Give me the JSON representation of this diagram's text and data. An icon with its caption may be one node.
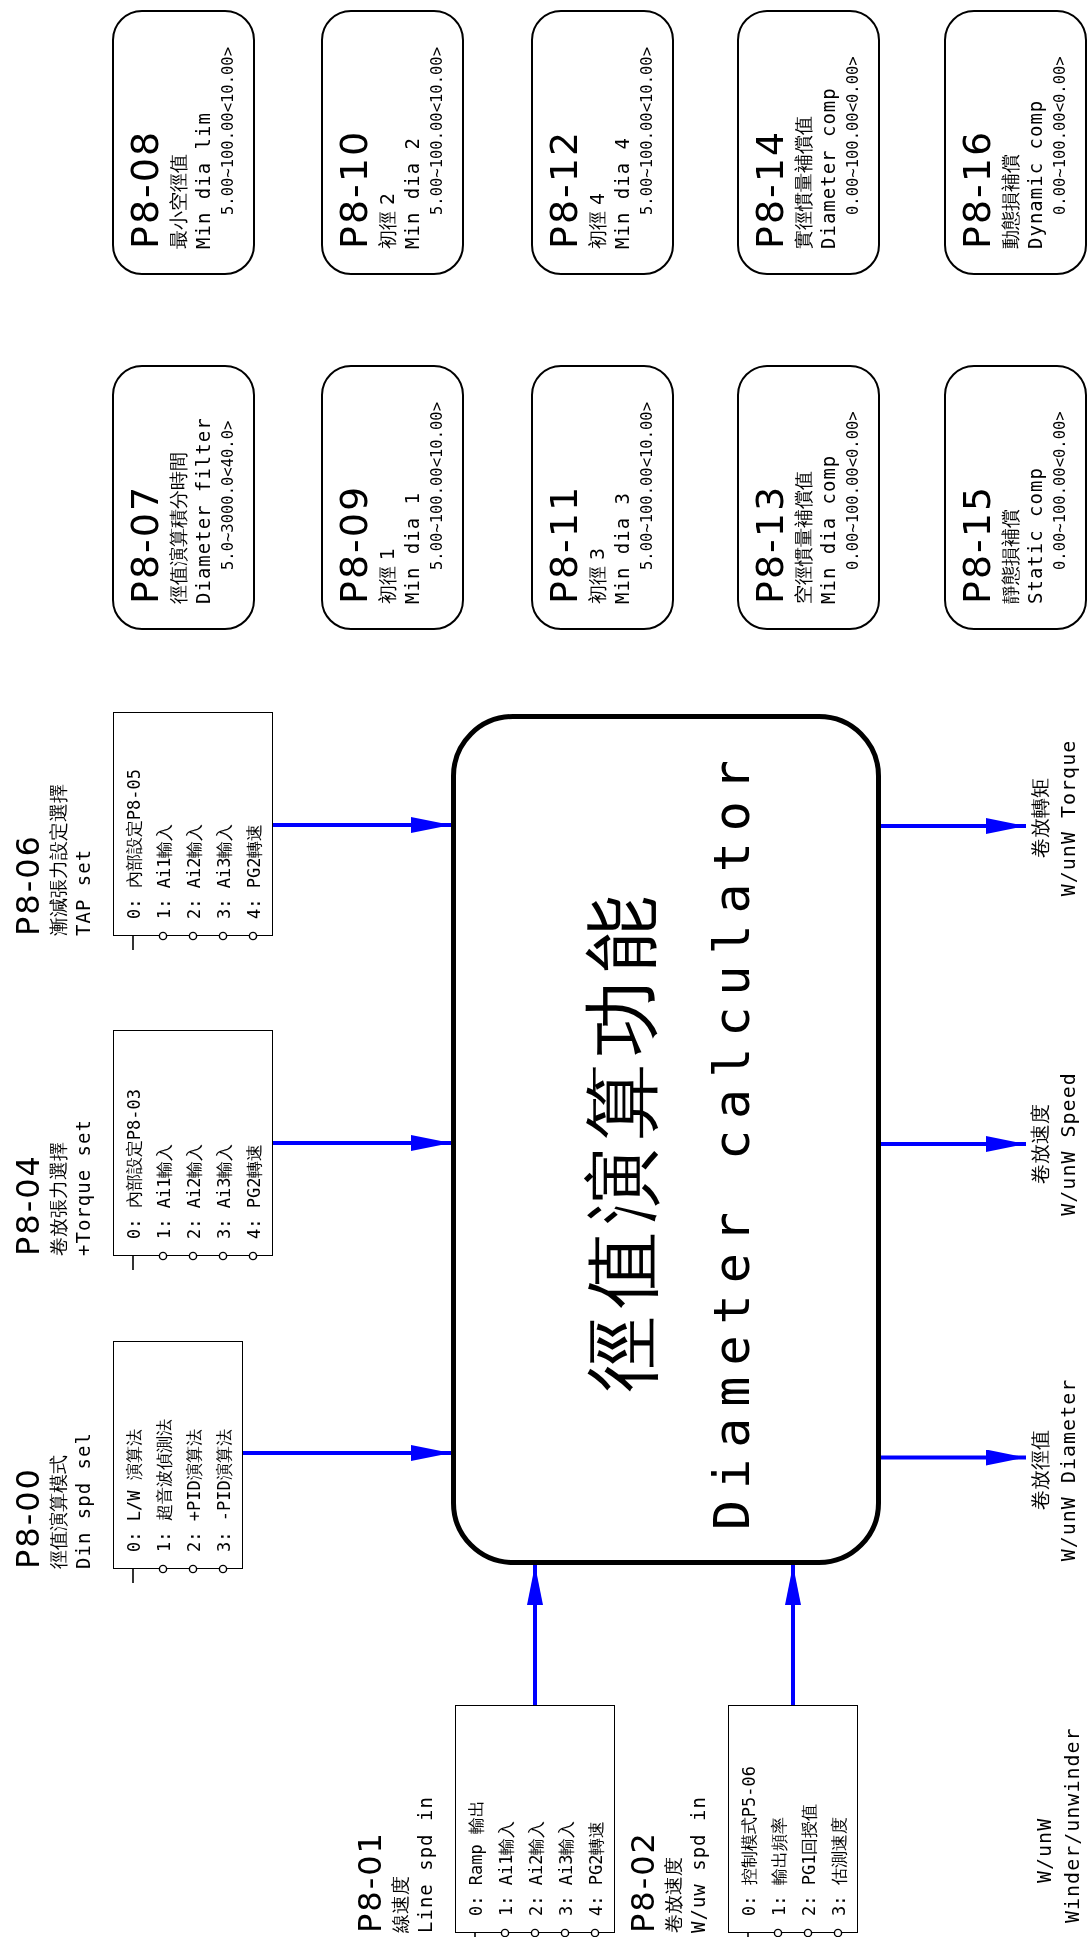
{
  "diagram": {
    "nodes": [
      {
        "text": [
          "P8-00",
          "徑值演算模式",
          "Din spd sel",
          "0: L/W 演算法",
          "1: 超音波偵測法",
          "2: +PID演算法",
          "3: -PID演算法"
        ]
      },
      {
        "text": [
          "P8-04",
          "卷放張力選擇",
          "+Torque set",
          "0: 內部設定P8-03",
          "1: Ai1輸入",
          "2: Ai2輸入",
          "3: Ai3輸入",
          "4: PG2轉速"
        ]
      },
      {
        "text": [
          "P8-06",
          "漸減張力設定選擇",
          "TAP set",
          "0: 內部設定P8-05",
          "1: Ai1輸入",
          "2: Ai2輸入",
          "3: Ai3輸入",
          "4: PG2轉速"
        ]
      },
      {
        "text": [
          "P8-01",
          "線速度",
          "Line spd in",
          "0: Ramp 輸出",
          "1: Ai1輸入",
          "2: Ai2輸入",
          "3: Ai3輸入",
          "4: PG2轉速"
        ]
      },
      {
        "text": [
          "P8-02",
          "卷放速度",
          "W/uw spd in",
          "0: 控制模式P5-06",
          "1: 輸出頻率",
          "2: PG1回授值",
          "3: 估測速度"
        ]
      },
      {
        "text": [
          "徑值演算功能",
          "Diameter calculator"
        ]
      },
      {
        "text": [
          "卷放徑值",
          "W/unW Diameter"
        ]
      },
      {
        "text": [
          "卷放速度",
          "W/unW Speed"
        ]
      },
      {
        "text": [
          "卷放轉矩",
          "W/unW Torque"
        ]
      },
      {
        "text": [
          "P8-07",
          "徑值演算積分時間",
          "Diameter filter",
          "5.0~3000.0<40.0>"
        ]
      },
      {
        "text": [
          "P8-08",
          "最小空徑值",
          "Min dia lim",
          "5.00~100.00<10.00>"
        ]
      },
      {
        "text": [
          "P8-09",
          "初徑 1",
          "Min dia 1",
          "5.00~100.00<10.00>"
        ]
      },
      {
        "text": [
          "P8-10",
          "初徑 2",
          "Min dia 2",
          "5.00~100.00<10.00>"
        ]
      },
      {
        "text": [
          "P8-11",
          "初徑 3",
          "Min dia 3",
          "5.00~100.00<10.00>"
        ]
      },
      {
        "text": [
          "P8-12",
          "初徑 4",
          "Min dia 4",
          "5.00~100.00<10.00>"
        ]
      },
      {
        "text": [
          "P8-13",
          "空徑慣量補償值",
          "Min dia comp",
          "0.00~100.00<0.00>"
        ]
      },
      {
        "text": [
          "P8-14",
          "實徑慣量補償值",
          "Diameter comp",
          "0.00~100.00<0.00>"
        ]
      },
      {
        "text": [
          "P8-15",
          "靜態損補償",
          "Static comp",
          "0.00~100.00<0.00>"
        ]
      },
      {
        "text": [
          "P8-16",
          "動態損補償",
          "Dynamic comp",
          "0.00~100.00<0.00>"
        ]
      }
    ],
    "edges": [
      {
        "from": 3,
        "to": 5,
        "arrow": "to"
      },
      {
        "from": 4,
        "to": 5,
        "arrow": "to"
      },
      {
        "from": 0,
        "to": 5,
        "arrow": "to"
      },
      {
        "from": 1,
        "to": 5,
        "arrow": "to"
      },
      {
        "from": 2,
        "to": 5,
        "arrow": "to"
      },
      {
        "from": 5,
        "to": 6,
        "arrow": "to"
      },
      {
        "from": 5,
        "to": 7,
        "arrow": "to"
      },
      {
        "from": 5,
        "to": 8,
        "arrow": "to"
      }
    ],
    "labels": [
      "W/unW",
      "Winder/unwinder"
    ]
  }
}
